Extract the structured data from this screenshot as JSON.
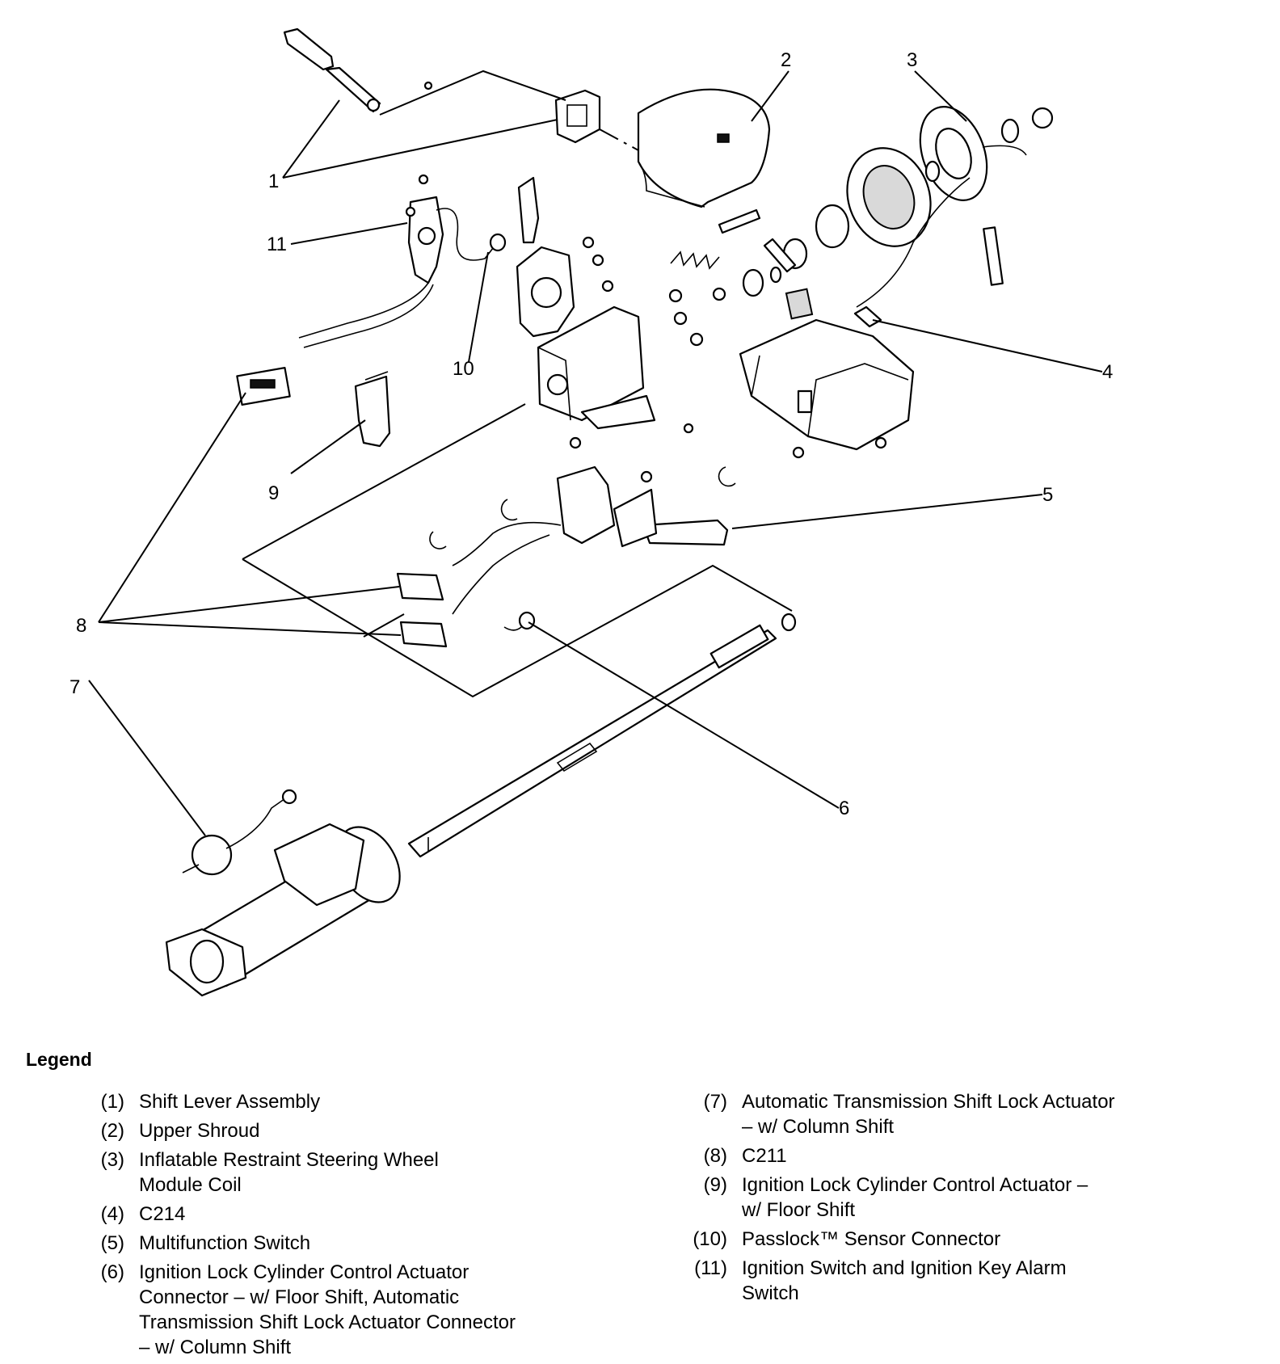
{
  "callouts": [
    "1",
    "2",
    "3",
    "4",
    "5",
    "6",
    "7",
    "8",
    "9",
    "10",
    "11"
  ],
  "legend": {
    "title": "Legend",
    "left_items": [
      {
        "num": "(1)",
        "text": "Shift Lever Assembly"
      },
      {
        "num": "(2)",
        "text": "Upper Shroud"
      },
      {
        "num": "(3)",
        "text": "Inflatable Restraint Steering Wheel\nModule Coil"
      },
      {
        "num": "(4)",
        "text": "C214"
      },
      {
        "num": "(5)",
        "text": "Multifunction Switch"
      },
      {
        "num": "(6)",
        "text": "Ignition Lock Cylinder Control Actuator\nConnector – w/ Floor Shift, Automatic\nTransmission Shift Lock Actuator Connector\n– w/ Column Shift"
      }
    ],
    "right_items": [
      {
        "num": "(7)",
        "text": "Automatic Transmission Shift Lock Actuator\n– w/ Column Shift"
      },
      {
        "num": "(8)",
        "text": "C211"
      },
      {
        "num": "(9)",
        "text": "Ignition Lock Cylinder Control Actuator –\nw/ Floor Shift"
      },
      {
        "num": "(10)",
        "text": "Passlock™ Sensor Connector"
      },
      {
        "num": "(11)",
        "text": "Ignition Switch and Ignition Key Alarm\nSwitch"
      }
    ]
  }
}
